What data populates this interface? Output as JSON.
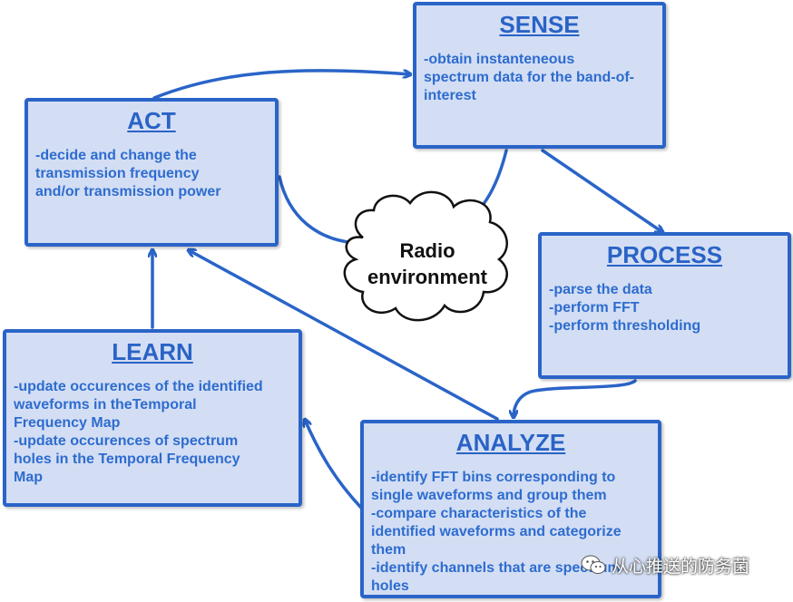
{
  "boxes": {
    "sense": {
      "title": "SENSE",
      "lines": [
        "-obtain instanteneous",
        "spectrum data for the band-of-",
        "interest"
      ]
    },
    "act": {
      "title": "ACT",
      "lines": [
        "-decide and change the",
        "transmission frequency",
        "and/or transmission power"
      ]
    },
    "process": {
      "title": "PROCESS",
      "lines": [
        "-parse the data",
        "-perform FFT",
        "-perform thresholding"
      ]
    },
    "learn": {
      "title": "LEARN",
      "lines": [
        "-update occurences of the identified",
        "waveforms in theTemporal",
        "Frequency Map",
        "-update occurences of spectrum",
        "holes in the Temporal Frequency",
        "Map"
      ]
    },
    "analyze": {
      "title": "ANALYZE",
      "lines": [
        "-identify FFT bins corresponding to",
        "single waveforms and group them",
        "-compare characteristics of the",
        "identified waveforms and categorize",
        "them",
        "-identify channels that are spectrum",
        "holes"
      ]
    }
  },
  "cloud": {
    "lines": [
      "Radio",
      "environment"
    ]
  },
  "watermark": {
    "text": "从心推送的防务菌",
    "icon": "wechat-icon"
  },
  "colors": {
    "box_fill": "#d3def4",
    "box_border": "#2a64c8",
    "text": "#2e6ccf",
    "arrow": "#2a64c8"
  }
}
